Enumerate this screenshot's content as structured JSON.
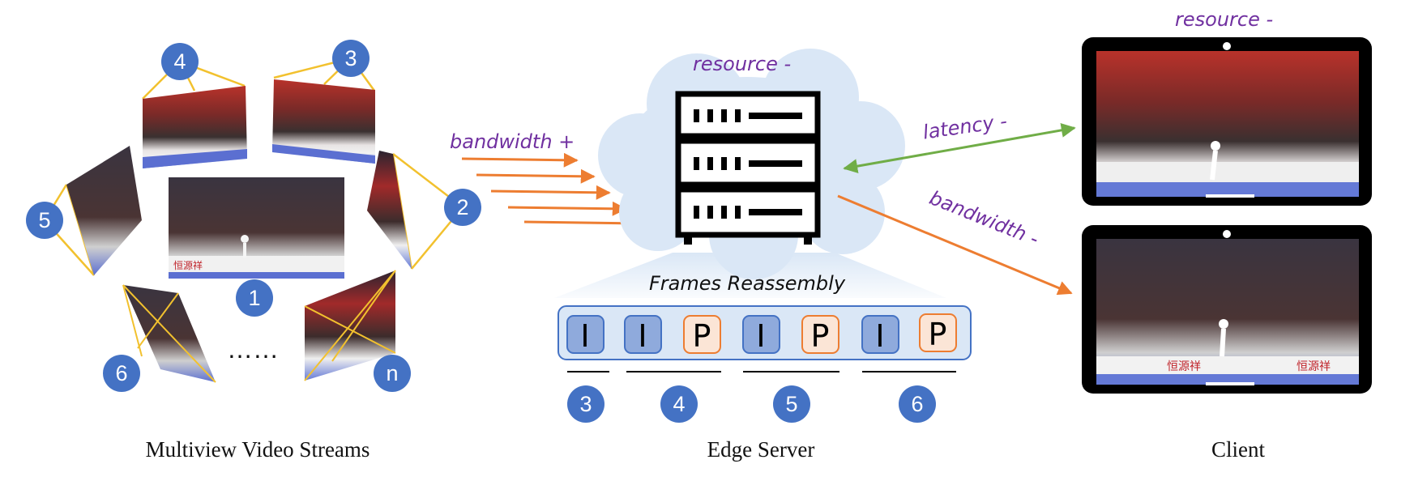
{
  "colors": {
    "badge": "#4472c4",
    "orange": "#ed7d31",
    "green": "#70ad47",
    "purple": "#7030a0",
    "yellow": "#f2c12e",
    "cloud": "#dae7f6",
    "frame_i": "#8faadc",
    "frame_p": "#fbe5d6"
  },
  "multiview": {
    "caption": "Multiview Video Streams",
    "badges": [
      "4",
      "3",
      "5",
      "2",
      "1",
      "6",
      "n"
    ],
    "ellipsis": "…… "
  },
  "edge": {
    "caption": "Edge Server",
    "resource_label": "resource -",
    "bandwidth_in_label": "bandwidth +",
    "latency_label": "latency -",
    "bandwidth_out_label": "bandwidth -",
    "reassembly_title": "Frames Reassembly",
    "frames": [
      "I",
      "I",
      "P",
      "I",
      "P",
      "I",
      "P"
    ],
    "groups": [
      "3",
      "4",
      "5",
      "6"
    ]
  },
  "client": {
    "caption": "Client",
    "resource_label": "resource -"
  }
}
